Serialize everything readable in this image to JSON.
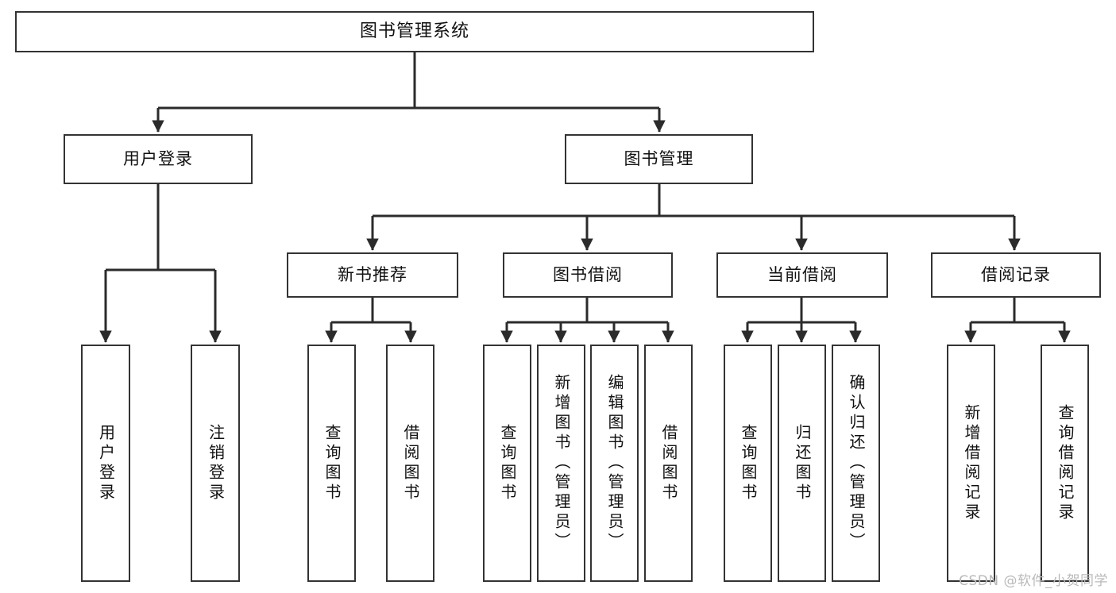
{
  "diagram": {
    "kind": "functional-structure-tree",
    "title": "图书管理系统",
    "watermark": "CSDN @软件_小贺同学",
    "colors": {
      "background": "#ffffff",
      "box_border": "#333333",
      "box_fill": "#ffffff",
      "connector": "#2b2b2b",
      "text": "#111111",
      "watermark": "#b9b9b9"
    },
    "root": {
      "id": "root",
      "label": "图书管理系统"
    },
    "level2": [
      {
        "id": "n-user-login",
        "label": "用户登录"
      },
      {
        "id": "n-book-manage",
        "label": "图书管理"
      }
    ],
    "level3": [
      {
        "id": "n-new-book-rec",
        "label": "新书推荐",
        "parent": "n-book-manage"
      },
      {
        "id": "n-book-borrow",
        "label": "图书借阅",
        "parent": "n-book-manage"
      },
      {
        "id": "n-current-borrow",
        "label": "当前借阅",
        "parent": "n-book-manage"
      },
      {
        "id": "n-borrow-record",
        "label": "借阅记录",
        "parent": "n-book-manage"
      }
    ],
    "leaves": [
      {
        "id": "leaf-user-login",
        "label": "用户登录",
        "parent": "n-user-login"
      },
      {
        "id": "leaf-user-logout",
        "label": "注销登录",
        "parent": "n-user-login"
      },
      {
        "id": "leaf-query-book-rec",
        "label": "查询图书",
        "parent": "n-new-book-rec"
      },
      {
        "id": "leaf-borrow-book-rec",
        "label": "借阅图书",
        "parent": "n-new-book-rec"
      },
      {
        "id": "leaf-query-book-brw",
        "label": "查询图书",
        "parent": "n-book-borrow"
      },
      {
        "id": "leaf-add-book",
        "label": "新增图书（管理员）",
        "parent": "n-book-borrow"
      },
      {
        "id": "leaf-edit-book",
        "label": "编辑图书（管理员）",
        "parent": "n-book-borrow"
      },
      {
        "id": "leaf-borrow-book-brw",
        "label": "借阅图书",
        "parent": "n-book-borrow"
      },
      {
        "id": "leaf-query-book-cur",
        "label": "查询图书",
        "parent": "n-current-borrow"
      },
      {
        "id": "leaf-return-book",
        "label": "归还图书",
        "parent": "n-current-borrow"
      },
      {
        "id": "leaf-confirm-return",
        "label": "确认归还（管理员）",
        "parent": "n-current-borrow"
      },
      {
        "id": "leaf-add-record",
        "label": "新增借阅记录",
        "parent": "n-borrow-record"
      },
      {
        "id": "leaf-query-record",
        "label": "查询借阅记录",
        "parent": "n-borrow-record"
      }
    ]
  }
}
